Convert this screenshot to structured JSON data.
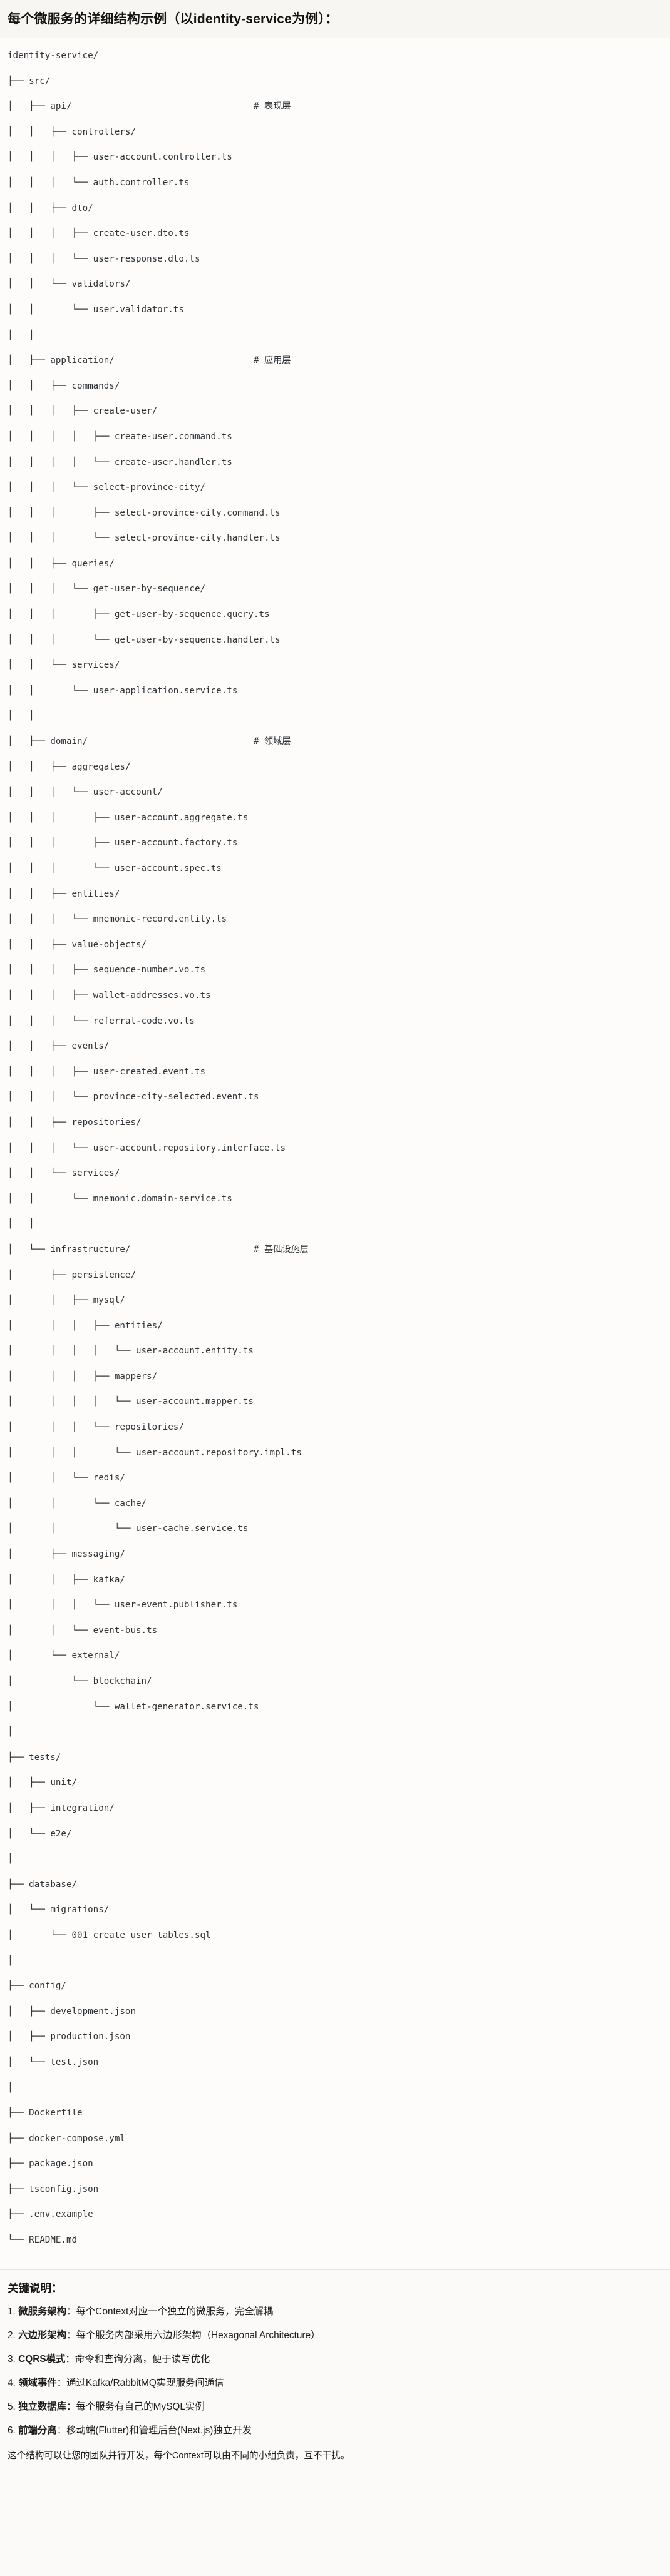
{
  "header": {
    "title": "每个微服务的详细结构示例（以identity-service为例）："
  },
  "tree": {
    "lines": [
      {
        "text": "identity-service/",
        "comment": ""
      },
      {
        "text": "├── src/",
        "comment": ""
      },
      {
        "text": "│   ├── api/",
        "comment": "# 表现层"
      },
      {
        "text": "│   │   ├── controllers/",
        "comment": ""
      },
      {
        "text": "│   │   │   ├── user-account.controller.ts",
        "comment": ""
      },
      {
        "text": "│   │   │   └── auth.controller.ts",
        "comment": ""
      },
      {
        "text": "│   │   ├── dto/",
        "comment": ""
      },
      {
        "text": "│   │   │   ├── create-user.dto.ts",
        "comment": ""
      },
      {
        "text": "│   │   │   └── user-response.dto.ts",
        "comment": ""
      },
      {
        "text": "│   │   └── validators/",
        "comment": ""
      },
      {
        "text": "│   │       └── user.validator.ts",
        "comment": ""
      },
      {
        "text": "│   │",
        "comment": ""
      },
      {
        "text": "│   ├── application/",
        "comment": "# 应用层"
      },
      {
        "text": "│   │   ├── commands/",
        "comment": ""
      },
      {
        "text": "│   │   │   ├── create-user/",
        "comment": ""
      },
      {
        "text": "│   │   │   │   ├── create-user.command.ts",
        "comment": ""
      },
      {
        "text": "│   │   │   │   └── create-user.handler.ts",
        "comment": ""
      },
      {
        "text": "│   │   │   └── select-province-city/",
        "comment": ""
      },
      {
        "text": "│   │   │       ├── select-province-city.command.ts",
        "comment": ""
      },
      {
        "text": "│   │   │       └── select-province-city.handler.ts",
        "comment": ""
      },
      {
        "text": "│   │   ├── queries/",
        "comment": ""
      },
      {
        "text": "│   │   │   └── get-user-by-sequence/",
        "comment": ""
      },
      {
        "text": "│   │   │       ├── get-user-by-sequence.query.ts",
        "comment": ""
      },
      {
        "text": "│   │   │       └── get-user-by-sequence.handler.ts",
        "comment": ""
      },
      {
        "text": "│   │   └── services/",
        "comment": ""
      },
      {
        "text": "│   │       └── user-application.service.ts",
        "comment": ""
      },
      {
        "text": "│   │",
        "comment": ""
      },
      {
        "text": "│   ├── domain/",
        "comment": "# 领域层"
      },
      {
        "text": "│   │   ├── aggregates/",
        "comment": ""
      },
      {
        "text": "│   │   │   └── user-account/",
        "comment": ""
      },
      {
        "text": "│   │   │       ├── user-account.aggregate.ts",
        "comment": ""
      },
      {
        "text": "│   │   │       ├── user-account.factory.ts",
        "comment": ""
      },
      {
        "text": "│   │   │       └── user-account.spec.ts",
        "comment": ""
      },
      {
        "text": "│   │   ├── entities/",
        "comment": ""
      },
      {
        "text": "│   │   │   └── mnemonic-record.entity.ts",
        "comment": ""
      },
      {
        "text": "│   │   ├── value-objects/",
        "comment": ""
      },
      {
        "text": "│   │   │   ├── sequence-number.vo.ts",
        "comment": ""
      },
      {
        "text": "│   │   │   ├── wallet-addresses.vo.ts",
        "comment": ""
      },
      {
        "text": "│   │   │   └── referral-code.vo.ts",
        "comment": ""
      },
      {
        "text": "│   │   ├── events/",
        "comment": ""
      },
      {
        "text": "│   │   │   ├── user-created.event.ts",
        "comment": ""
      },
      {
        "text": "│   │   │   └── province-city-selected.event.ts",
        "comment": ""
      },
      {
        "text": "│   │   ├── repositories/",
        "comment": ""
      },
      {
        "text": "│   │   │   └── user-account.repository.interface.ts",
        "comment": ""
      },
      {
        "text": "│   │   └── services/",
        "comment": ""
      },
      {
        "text": "│   │       └── mnemonic.domain-service.ts",
        "comment": ""
      },
      {
        "text": "│   │",
        "comment": ""
      },
      {
        "text": "│   └── infrastructure/",
        "comment": "# 基础设施层"
      },
      {
        "text": "│       ├── persistence/",
        "comment": ""
      },
      {
        "text": "│       │   ├── mysql/",
        "comment": ""
      },
      {
        "text": "│       │   │   ├── entities/",
        "comment": ""
      },
      {
        "text": "│       │   │   │   └── user-account.entity.ts",
        "comment": ""
      },
      {
        "text": "│       │   │   ├── mappers/",
        "comment": ""
      },
      {
        "text": "│       │   │   │   └── user-account.mapper.ts",
        "comment": ""
      },
      {
        "text": "│       │   │   └── repositories/",
        "comment": ""
      },
      {
        "text": "│       │   │       └── user-account.repository.impl.ts",
        "comment": ""
      },
      {
        "text": "│       │   └── redis/",
        "comment": ""
      },
      {
        "text": "│       │       └── cache/",
        "comment": ""
      },
      {
        "text": "│       │           └── user-cache.service.ts",
        "comment": ""
      },
      {
        "text": "│       ├── messaging/",
        "comment": ""
      },
      {
        "text": "│       │   ├── kafka/",
        "comment": ""
      },
      {
        "text": "│       │   │   └── user-event.publisher.ts",
        "comment": ""
      },
      {
        "text": "│       │   └── event-bus.ts",
        "comment": ""
      },
      {
        "text": "│       └── external/",
        "comment": ""
      },
      {
        "text": "│           └── blockchain/",
        "comment": ""
      },
      {
        "text": "│               └── wallet-generator.service.ts",
        "comment": ""
      },
      {
        "text": "│",
        "comment": ""
      },
      {
        "text": "├── tests/",
        "comment": ""
      },
      {
        "text": "│   ├── unit/",
        "comment": ""
      },
      {
        "text": "│   ├── integration/",
        "comment": ""
      },
      {
        "text": "│   └── e2e/",
        "comment": ""
      },
      {
        "text": "│",
        "comment": ""
      },
      {
        "text": "├── database/",
        "comment": ""
      },
      {
        "text": "│   └── migrations/",
        "comment": ""
      },
      {
        "text": "│       └── 001_create_user_tables.sql",
        "comment": ""
      },
      {
        "text": "│",
        "comment": ""
      },
      {
        "text": "├── config/",
        "comment": ""
      },
      {
        "text": "│   ├── development.json",
        "comment": ""
      },
      {
        "text": "│   ├── production.json",
        "comment": ""
      },
      {
        "text": "│   └── test.json",
        "comment": ""
      },
      {
        "text": "│",
        "comment": ""
      },
      {
        "text": "├── Dockerfile",
        "comment": ""
      },
      {
        "text": "├── docker-compose.yml",
        "comment": ""
      },
      {
        "text": "├── package.json",
        "comment": ""
      },
      {
        "text": "├── tsconfig.json",
        "comment": ""
      },
      {
        "text": "├── .env.example",
        "comment": ""
      },
      {
        "text": "└── README.md",
        "comment": ""
      }
    ],
    "comment_column": 46
  },
  "notes": {
    "title": "关键说明：",
    "items": [
      {
        "num": "1.",
        "term": "微服务架构",
        "colon": "：",
        "desc": "每个Context对应一个独立的微服务，完全解耦"
      },
      {
        "num": "2.",
        "term": "六边形架构",
        "colon": "：",
        "desc": "每个服务内部采用六边形架构（Hexagonal Architecture）"
      },
      {
        "num": "3.",
        "term": "CQRS模式",
        "colon": "：",
        "desc": "命令和查询分离，便于读写优化"
      },
      {
        "num": "4.",
        "term": "领域事件",
        "colon": "：",
        "desc": "通过Kafka/RabbitMQ实现服务间通信"
      },
      {
        "num": "5.",
        "term": "独立数据库",
        "colon": "：",
        "desc": "每个服务有自己的MySQL实例"
      },
      {
        "num": "6.",
        "term": "前端分离",
        "colon": "：",
        "desc": "移动端(Flutter)和管理后台(Next.js)独立开发"
      }
    ],
    "footer": "这个结构可以让您的团队并行开发，每个Context可以由不同的小组负责，互不干扰。"
  },
  "colors": {
    "page_bg": "#fbfaf8",
    "header_bg": "#f7f6f2",
    "code_bg": "#fdfcfa",
    "code_text": "#2e3338",
    "heading_text": "#141414"
  }
}
